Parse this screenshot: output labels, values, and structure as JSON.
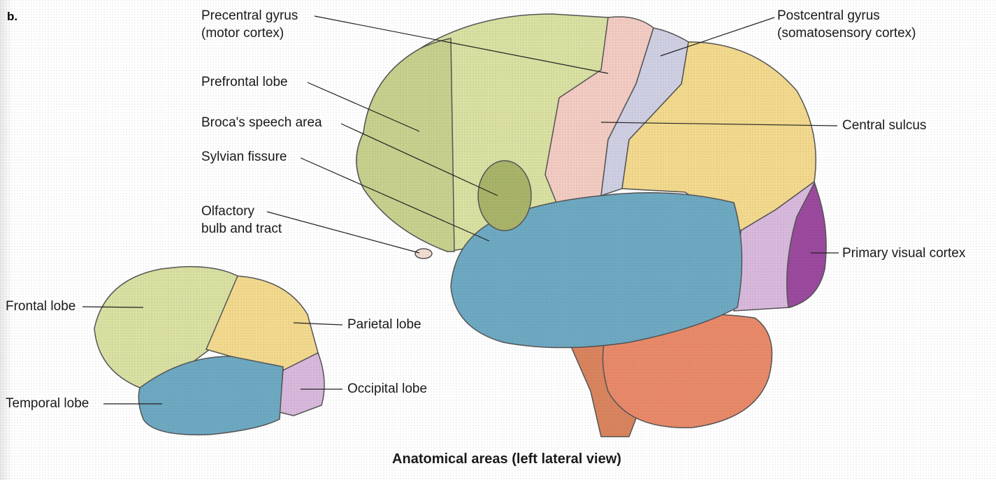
{
  "figure_label": "b.",
  "caption": "Anatomical areas (left lateral view)",
  "large_brain_labels": {
    "precentral_line1": "Precentral gyrus",
    "precentral_line2": "(motor cortex)",
    "postcentral_line1": "Postcentral gyrus",
    "postcentral_line2": "(somatosensory cortex)",
    "prefrontal": "Prefrontal lobe",
    "broca": "Broca's speech area",
    "sylvian": "Sylvian fissure",
    "olfactory_line1": "Olfactory",
    "olfactory_line2": "bulb and tract",
    "central_sulcus": "Central sulcus",
    "primary_visual": "Primary visual cortex"
  },
  "small_brain_labels": {
    "frontal": "Frontal lobe",
    "parietal": "Parietal lobe",
    "occipital": "Occipital lobe",
    "temporal": "Temporal lobe"
  },
  "colors": {
    "frontal": "#d9e0a2",
    "prefrontal": "#c8d08e",
    "precentral": "#f2cbc2",
    "postcentral": "#cfcfe3",
    "parietal": "#f2d98e",
    "occipital": "#d8b9dc",
    "visual": "#9b4a9e",
    "temporal": "#6ea9c2",
    "broca": "#a9b46a",
    "cerebellum": "#e88a6a",
    "brainstem": "#d9845f"
  }
}
